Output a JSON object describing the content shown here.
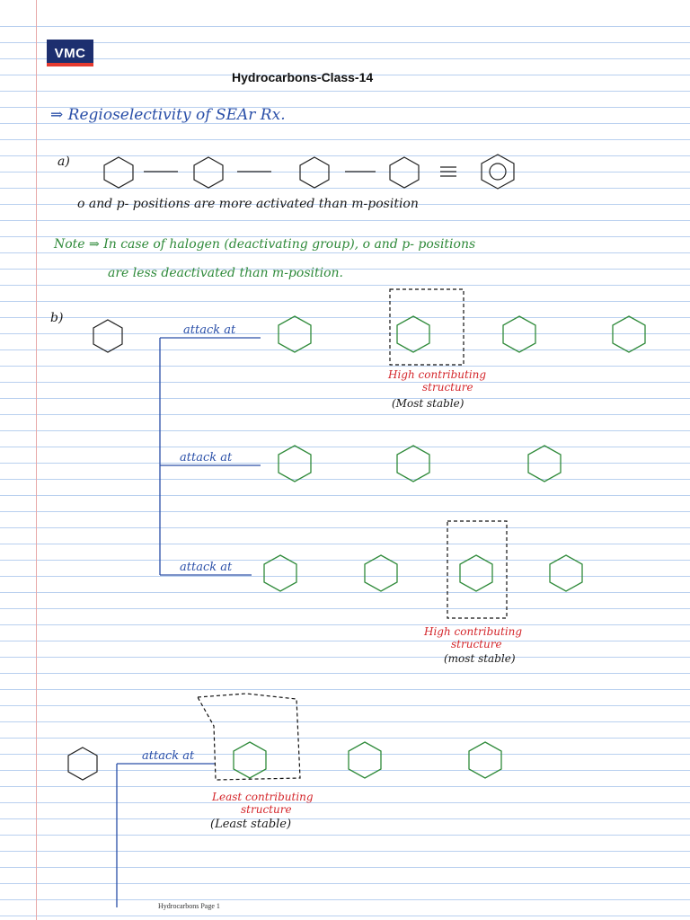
{
  "header": {
    "logo": "VMC",
    "title": "Hydrocarbons-Class-14"
  },
  "notes": {
    "heading": "⇒ Regioselectivity of SEAr Rx.",
    "part_a": "a)",
    "line_a": "o and p- positions are more activated than m-position",
    "note": "Note ⇒ In case of halogen (deactivating group), o and p- positions",
    "note2": "are less deactivated than m-position.",
    "part_b": "b)",
    "attack1": "attack at",
    "attack2": "attack at",
    "attack3": "attack at",
    "attack4": "attack at",
    "high1": "High contributing",
    "high1b": "structure",
    "most1": "(Most stable)",
    "high2": "High contributing",
    "high2b": "structure",
    "most2": "(most stable)",
    "least": "Least contributing",
    "leastb": "structure",
    "leaststable": "(Least stable)"
  },
  "footer": {
    "page_label": "Hydrocarbons Page 1"
  }
}
